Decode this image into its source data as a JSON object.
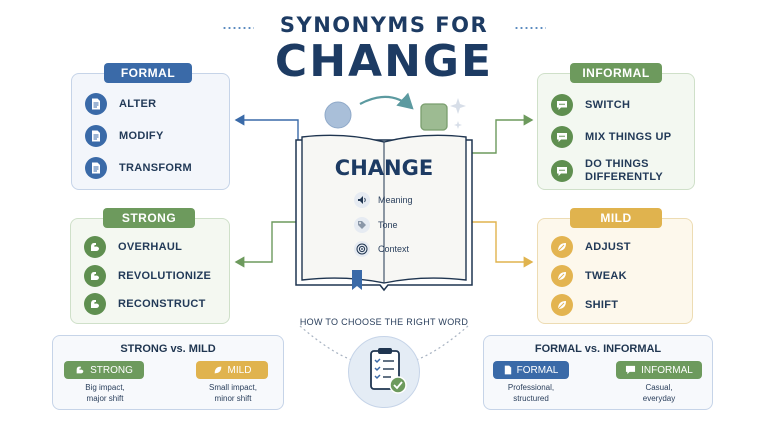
{
  "header": {
    "title_small": "SYNONYMS FOR",
    "title_big": "CHANGE"
  },
  "book": {
    "title": "CHANGE",
    "items": [
      {
        "label": "Meaning",
        "icon": "speaker-icon"
      },
      {
        "label": "Tone",
        "icon": "tag-icon"
      },
      {
        "label": "Context",
        "icon": "target-icon"
      }
    ]
  },
  "formal": {
    "label": "FORMAL",
    "items": [
      "ALTER",
      "MODIFY",
      "TRANSFORM"
    ],
    "icon": "document-icon",
    "color": "#3a6aa8"
  },
  "informal": {
    "label": "INFORMAL",
    "items": [
      "SWITCH",
      "MIX THINGS UP",
      "DO THINGS DIFFERENTLY"
    ],
    "icon": "chat-icon",
    "color": "#6d9a5d"
  },
  "strong": {
    "label": "STRONG",
    "items": [
      "OVERHAUL",
      "REVOLUTIONIZE",
      "RECONSTRUCT"
    ],
    "icon": "flexed-arm-icon",
    "color": "#5f8f50"
  },
  "mild": {
    "label": "MILD",
    "items": [
      "ADJUST",
      "TWEAK",
      "SHIFT"
    ],
    "icon": "leaf-icon",
    "color": "#e3b450"
  },
  "howto": "HOW TO CHOOSE THE RIGHT WORD",
  "compare_strength": {
    "title": "STRONG vs. MILD",
    "left_label": "STRONG",
    "left_desc": "Big impact,\nmajor shift",
    "right_label": "MILD",
    "right_desc": "Small impact,\nminor shift"
  },
  "compare_register": {
    "title": "FORMAL vs. INFORMAL",
    "left_label": "FORMAL",
    "left_desc": "Professional,\nstructured",
    "right_label": "INFORMAL",
    "right_desc": "Casual,\neveryday"
  }
}
